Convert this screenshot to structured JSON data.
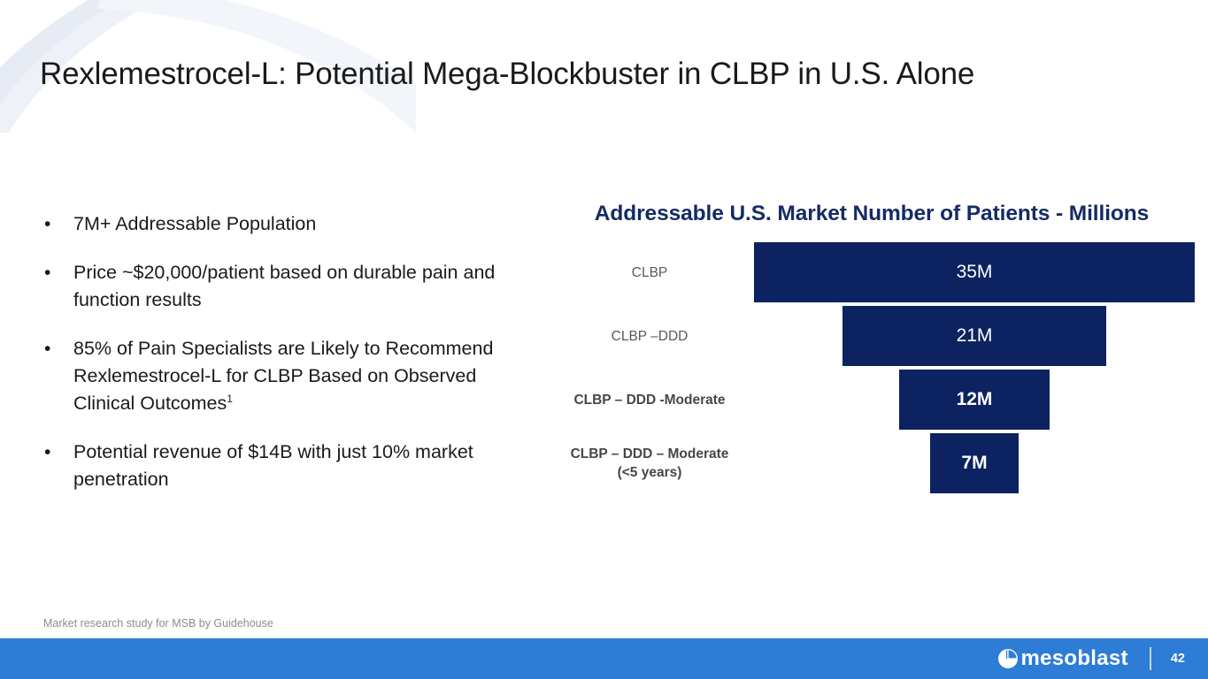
{
  "slide": {
    "title": "Rexlemestrocel-L: Potential Mega-Blockbuster in CLBP in U.S. Alone",
    "footnote": "Market research study for MSB by Guidehouse"
  },
  "bullets": [
    {
      "marker": "•",
      "text": "7M+ Addressable Population",
      "superscript": ""
    },
    {
      "marker": "•",
      "text": "Price ~$20,000/patient based on durable pain and function results",
      "superscript": ""
    },
    {
      "marker": "•",
      "text": "85% of Pain Specialists are Likely to Recommend Rexlemestrocel-L for CLBP Based on Observed Clinical Outcomes",
      "superscript": "1"
    },
    {
      "marker": "•",
      "text": "Potential revenue of $14B with just 10% market penetration",
      "superscript": ""
    }
  ],
  "chart_data": {
    "type": "bar",
    "title": "Addressable U.S. Market  Number of Patients - Millions",
    "xlabel": "",
    "ylabel": "",
    "orientation": "horizontal",
    "grid": false,
    "legend": "none",
    "categories": [
      "CLBP",
      "CLBP –DDD",
      "CLBP – DDD -Moderate",
      "CLBP – DDD – Moderate (<5 years)"
    ],
    "category_lines": [
      [
        "CLBP"
      ],
      [
        "CLBP –DDD"
      ],
      [
        "CLBP – DDD -Moderate"
      ],
      [
        "CLBP – DDD – Moderate",
        "(<5 years)"
      ]
    ],
    "values": [
      35,
      21,
      12,
      7
    ],
    "value_labels": [
      "35M",
      "21M",
      "12M",
      "7M"
    ],
    "unit": "Millions of patients",
    "xlim": [
      0,
      35
    ],
    "bar_color": "#0d2260",
    "label_color_regular": "#595959",
    "label_color_bold": "#474747",
    "title_color": "#152b64"
  },
  "footer": {
    "brand_name": "mesoblast",
    "page_number": "42",
    "bar_color": "#2d7cd6"
  }
}
